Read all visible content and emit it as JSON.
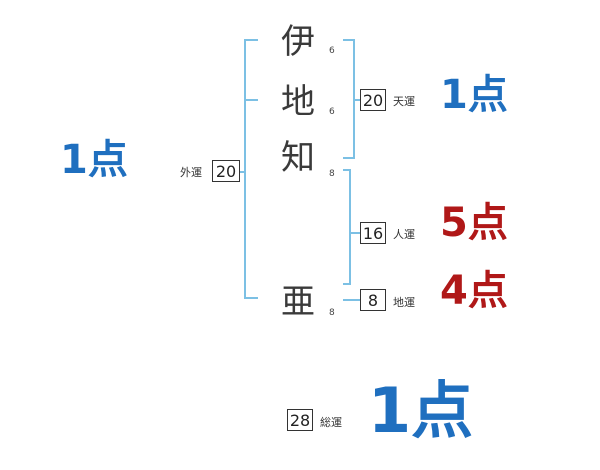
{
  "colors": {
    "good": "#1f6fbf",
    "bad": "#b01818",
    "bracket": "#7cc0e4"
  },
  "characters": [
    {
      "char": "伊",
      "strokes": "6"
    },
    {
      "char": "地",
      "strokes": "6"
    },
    {
      "char": "知",
      "strokes": "8"
    },
    {
      "char": "亜",
      "strokes": "8"
    }
  ],
  "gaiun": {
    "label": "外運",
    "value": "20",
    "score": "1点",
    "tone": "good"
  },
  "tenun": {
    "label": "天運",
    "value": "20",
    "score": "1点",
    "tone": "good"
  },
  "jinun": {
    "label": "人運",
    "value": "16",
    "score": "5点",
    "tone": "bad"
  },
  "chiun": {
    "label": "地運",
    "value": "8",
    "score": "4点",
    "tone": "bad"
  },
  "souun": {
    "label": "総運",
    "value": "28",
    "score": "1点",
    "tone": "good"
  }
}
